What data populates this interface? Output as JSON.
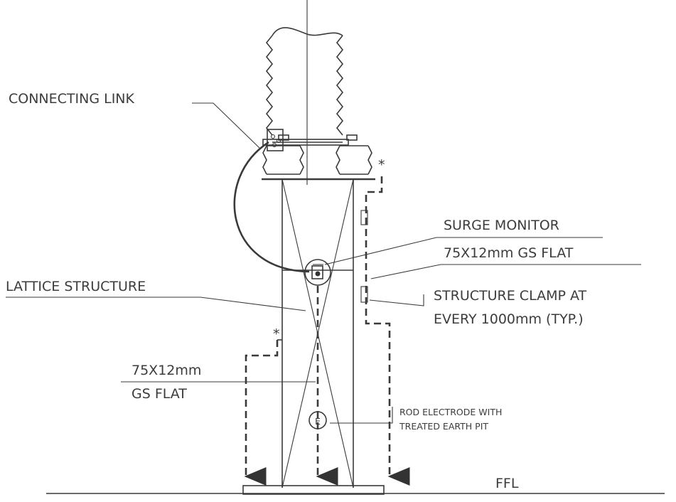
{
  "labels": {
    "connecting_link": "CONNECTING LINK",
    "surge_monitor": "SURGE MONITOR",
    "gs_flat_right": "75X12mm GS FLAT",
    "structure_clamp_line1": "STRUCTURE CLAMP AT",
    "structure_clamp_line2": "EVERY 1000mm (TYP.)",
    "lattice_structure": "LATTICE STRUCTURE",
    "gs_flat_left_line1": "75X12mm",
    "gs_flat_left_line2": "GS FLAT",
    "rod_electrode_line1": "ROD ELECTRODE WITH",
    "rod_electrode_line2": "TREATED EARTH PIT",
    "ffl": "FFL",
    "electrode_symbol": "E",
    "asterisk_right": "*",
    "asterisk_left": "*"
  },
  "colors": {
    "line": "#3a3a3a",
    "text": "#3c3c3c",
    "background": "#ffffff"
  }
}
